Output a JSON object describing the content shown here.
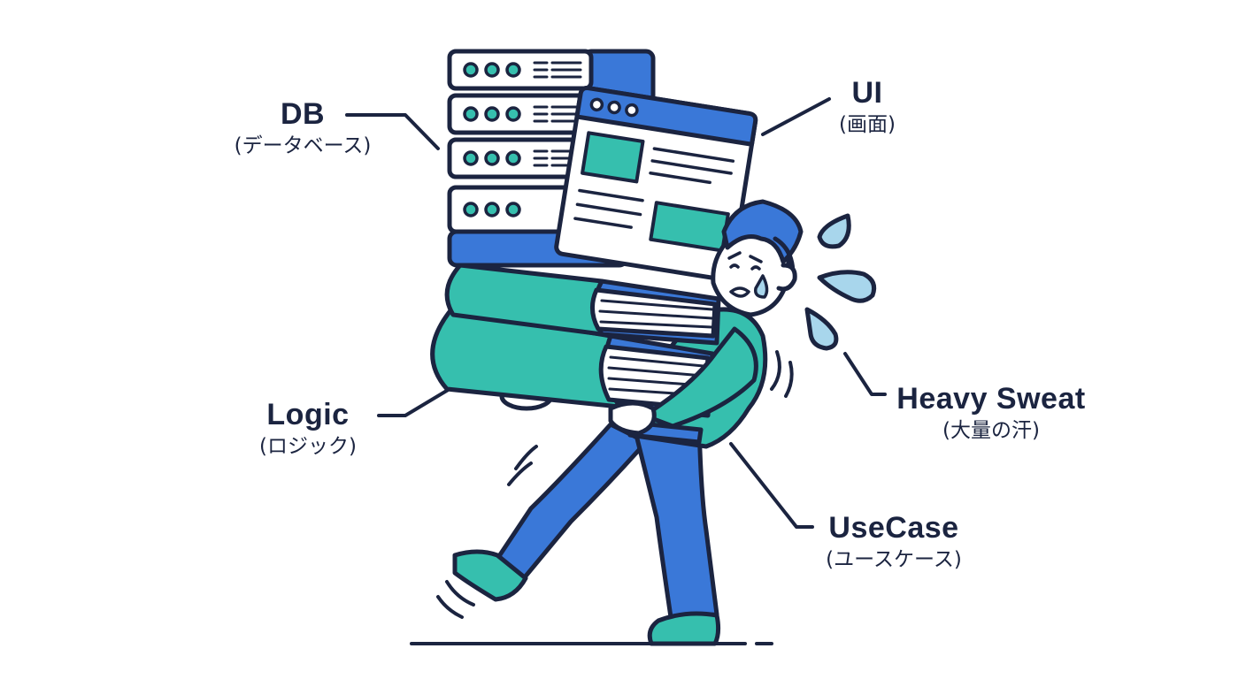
{
  "labels": {
    "db": {
      "en": "DB",
      "jp": "(データベース)"
    },
    "ui": {
      "en": "UI",
      "jp": "(画面)"
    },
    "logic": {
      "en": "Logic",
      "jp": "(ロジック)"
    },
    "sweat": {
      "en": "Heavy Sweat",
      "jp": "(大量の汗)"
    },
    "usecase": {
      "en": "UseCase",
      "jp": "(ユースケース)"
    }
  },
  "colors": {
    "outline": "#1b2440",
    "blue": "#3a78d8",
    "teal": "#36bfae",
    "sweat": "#a8d6ec",
    "paper": "#ffffff"
  }
}
